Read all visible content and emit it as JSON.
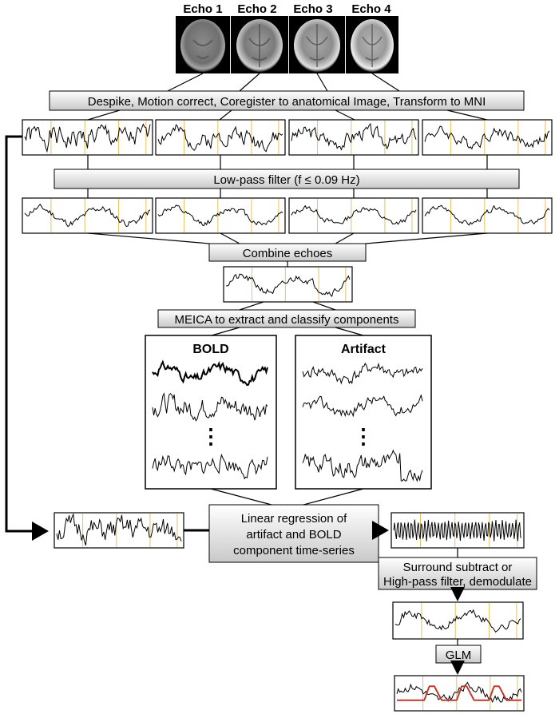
{
  "echoes": [
    "Echo 1",
    "Echo 2",
    "Echo 3",
    "Echo 4"
  ],
  "steps": {
    "preprocess": "Despike, Motion correct, Coregister to anatomical Image, Transform to MNI",
    "lowpass": "Low-pass filter (f ≤ 0.09 Hz)",
    "combine": "Combine echoes",
    "meica": "MEICA to extract and classify components",
    "regression": [
      "Linear regression of",
      "artifact and BOLD",
      "component time-series"
    ],
    "surround": [
      "Surround subtract or",
      "High-pass filter, demodulate"
    ],
    "glm": "GLM"
  },
  "panels": {
    "bold_title": "BOLD",
    "artifact_title": "Artifact",
    "ellipsis": "⋮"
  },
  "colors": {
    "box_fill_top": "#ffffff",
    "box_fill_bottom": "#c9c9c9",
    "stimulus_line": "#e8c25a",
    "fit_line": "#c0392b",
    "trace": "#000000"
  },
  "icons": {
    "brain_scan": "brain-mri-slice"
  }
}
